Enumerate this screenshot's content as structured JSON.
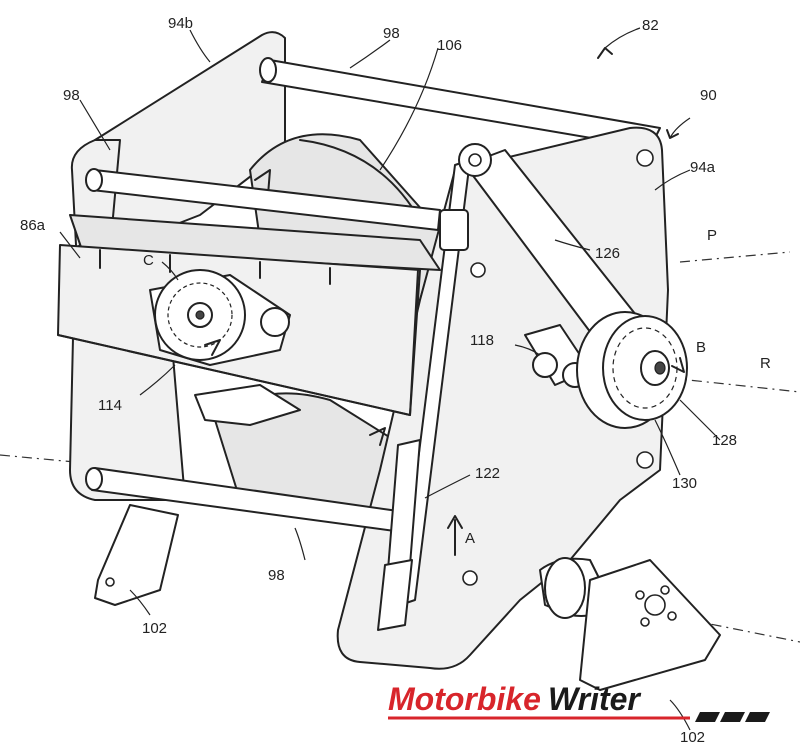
{
  "labels": {
    "fig_number": "82",
    "assembly": "90",
    "plate_back": "94b",
    "plate_front": "94a",
    "rod_top": "98",
    "rod_left": "98",
    "rod_bottom": "98",
    "drum": "106",
    "box": "86a",
    "axis_c": "C",
    "axis_p": "P",
    "axis_r": "R",
    "axis_b": "B",
    "arrow_a": "A",
    "link": "126",
    "pivot": "118",
    "motor": "114",
    "actuator": "122",
    "hub": "128",
    "wheel": "130",
    "foot_left": "102",
    "foot_right": "102"
  },
  "watermark": {
    "left": "Motorbike",
    "right": "Writer",
    "color_red": "#d8252b",
    "color_dark": "#1a1a1a"
  }
}
